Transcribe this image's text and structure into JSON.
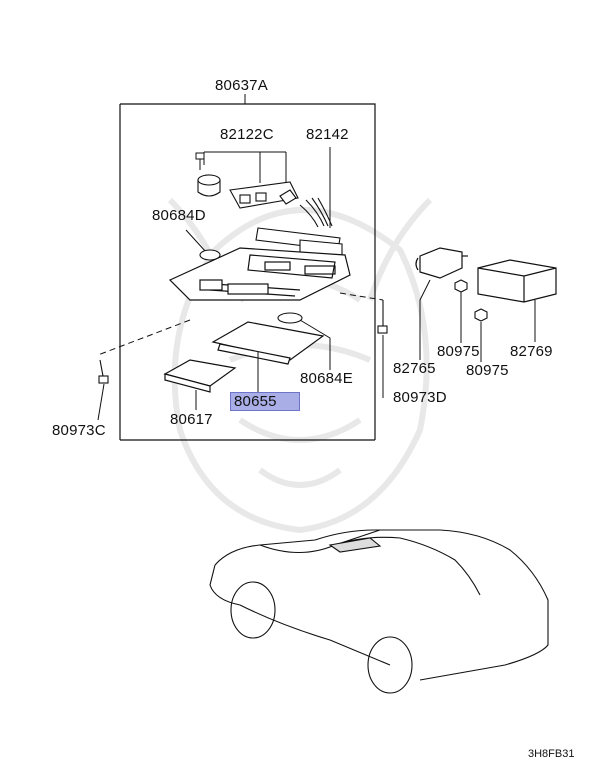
{
  "diagram": {
    "parts": {
      "assembly": "80637A",
      "wire_harness_group": "82122C",
      "connector": "82142",
      "lens_left": "80684D",
      "lens_right": "80684E",
      "screw_left": "80973C",
      "screw_right": "80973D",
      "cover_left": "80617",
      "lamp_lens_highlighted": "80655",
      "relay": "82765",
      "nut_upper": "80975",
      "nut_lower": "80975",
      "control_unit": "82769"
    },
    "highlight_color": "#a9aee6",
    "figure_code": "3H8FB31"
  }
}
